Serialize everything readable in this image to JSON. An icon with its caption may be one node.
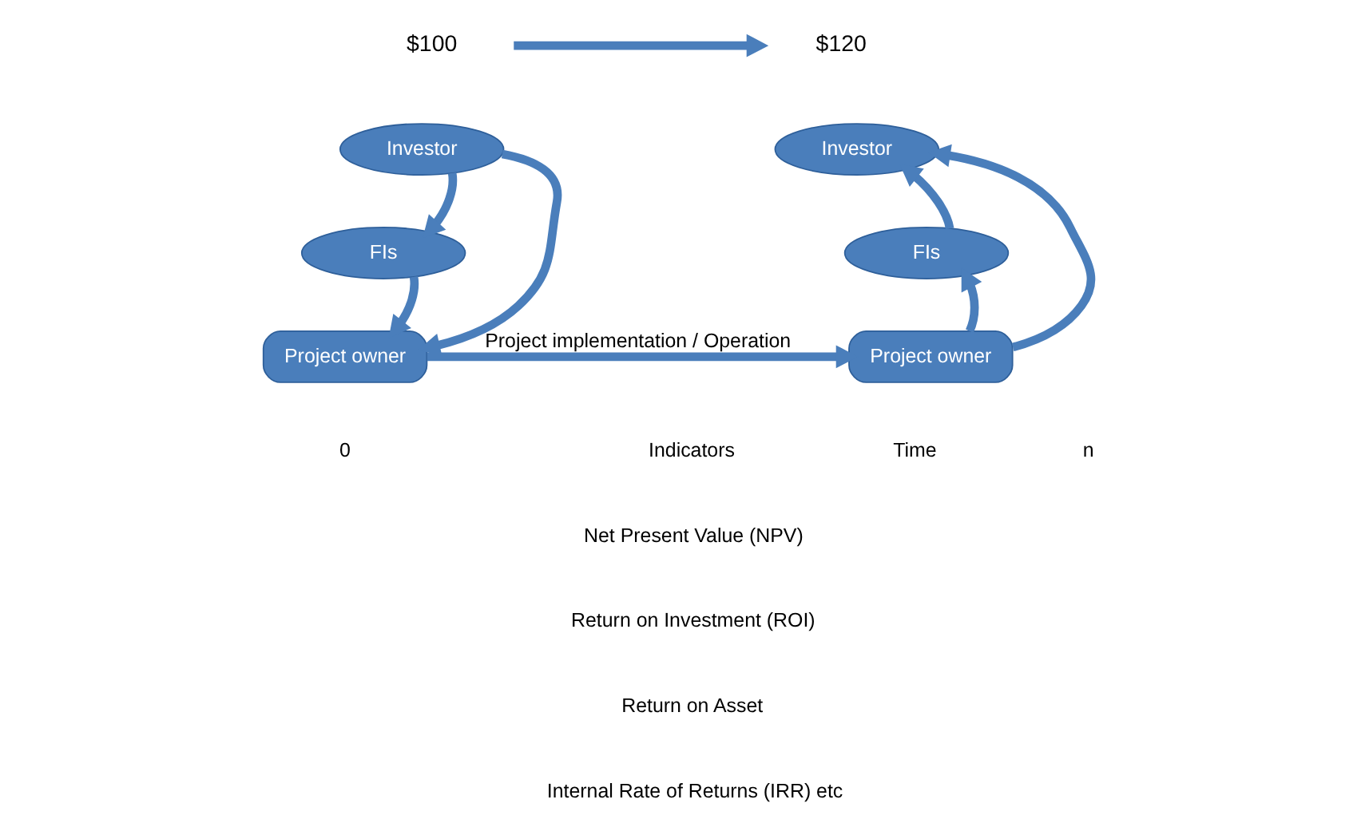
{
  "diagram": {
    "nodes": [
      {
        "text": [
          "$100"
        ]
      },
      {
        "text": [
          "$120"
        ]
      },
      {
        "text": [
          "Investor"
        ]
      },
      {
        "text": [
          "Investor"
        ]
      },
      {
        "text": [
          "FIs"
        ]
      },
      {
        "text": [
          "FIs"
        ]
      },
      {
        "text": [
          "Project owner"
        ]
      },
      {
        "text": [
          "Project owner"
        ]
      }
    ],
    "edges": [
      {
        "from": 0,
        "to": 1,
        "arrow": "to"
      },
      {
        "from": 2,
        "to": 4,
        "arrow": "to"
      },
      {
        "from": 2,
        "to": 6,
        "arrow": "to"
      },
      {
        "from": 4,
        "to": 6,
        "arrow": "to"
      },
      {
        "from": 6,
        "to": 7,
        "arrow": "to",
        "label": "Project implementation / Operation"
      },
      {
        "from": 7,
        "to": 5,
        "arrow": "to"
      },
      {
        "from": 5,
        "to": 3,
        "arrow": "to"
      },
      {
        "from": 7,
        "to": 3,
        "arrow": "to"
      }
    ],
    "labels": [
      "Time",
      "0",
      "n",
      "Indicators",
      "Net Present Value (NPV)",
      "Return on Investment (ROI)",
      "Return on Asset",
      "Internal Rate of Returns (IRR) etc"
    ]
  }
}
